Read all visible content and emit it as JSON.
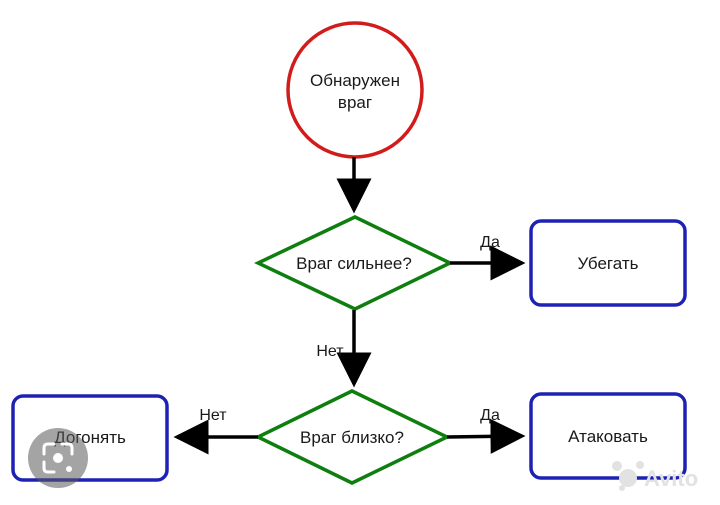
{
  "nodes": {
    "start": {
      "line1": "Обнаружен",
      "line2": "враг",
      "stroke": "#d21c1c"
    },
    "decision_stronger": {
      "label": "Враг сильнее?",
      "stroke": "#0e7f0e"
    },
    "decision_close": {
      "label": "Враг близко?",
      "stroke": "#0e7f0e"
    },
    "flee": {
      "label": "Убегать",
      "stroke": "#1e22b4"
    },
    "attack": {
      "label": "Атаковать",
      "stroke": "#1e22b4"
    },
    "chase": {
      "label": "Догонять",
      "stroke": "#1e22b4"
    }
  },
  "edges": {
    "yes_top": "Да",
    "no_middle": "Нет",
    "yes_bottom": "Да",
    "no_left": "Нет"
  },
  "watermark": {
    "brand": "Avito"
  }
}
